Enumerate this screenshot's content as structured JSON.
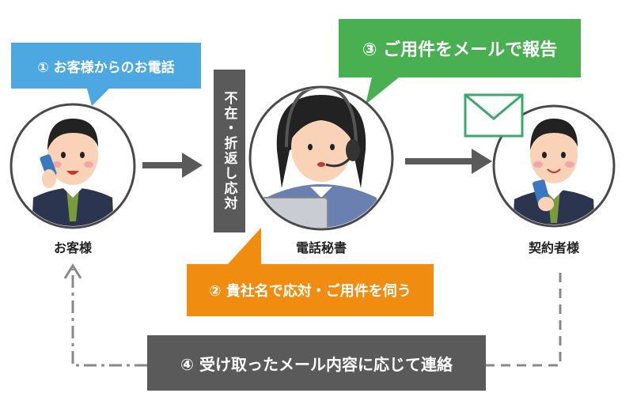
{
  "bubbles": {
    "call": "① お客様からのお電話",
    "report": "③ ご用件をメールで報告",
    "respond": "② 貴社名で応対・ご用件を伺う",
    "contact": "④ 受け取ったメール内容に応じて連絡"
  },
  "status_box": "不在・折返し応対",
  "actors": {
    "customer": "お客様",
    "secretary": "電話秘書",
    "contractor": "契約者様"
  },
  "colors": {
    "blue": "#4da7e0",
    "green": "#48b050",
    "orange": "#f08c10",
    "gray": "#5a5a5a"
  },
  "icons": [
    "phone-icon",
    "envelope-icon",
    "headset-icon",
    "smartphone-icon"
  ]
}
